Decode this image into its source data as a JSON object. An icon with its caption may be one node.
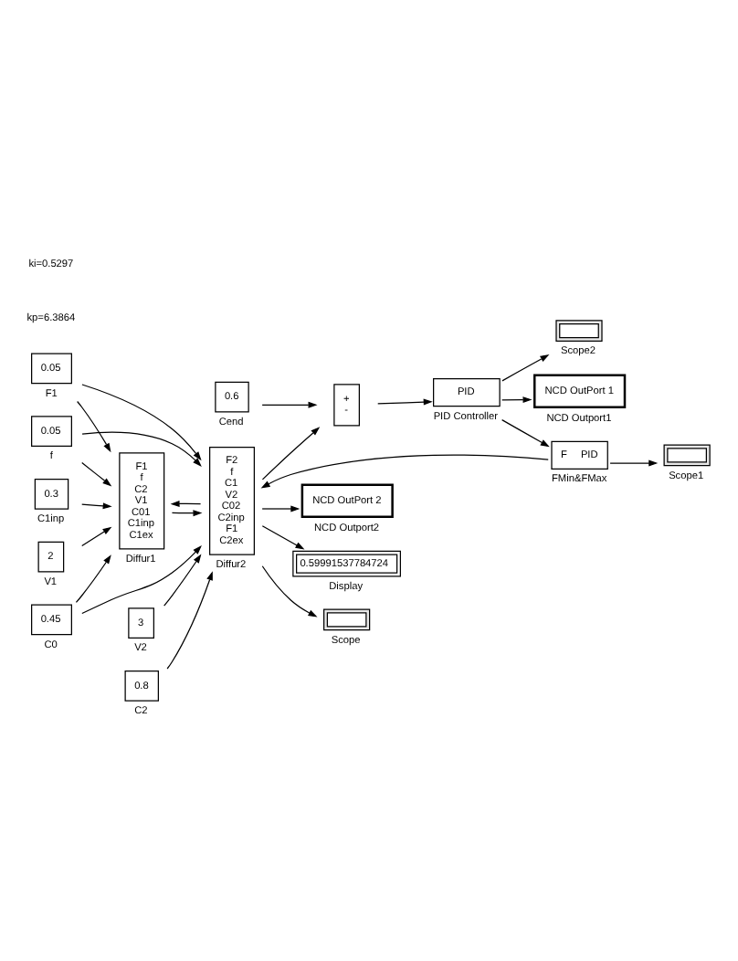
{
  "diagram": {
    "nodes": [
      {
        "text": [
          "0.05"
        ],
        "beside": [
          "F1"
        ]
      },
      {
        "text": [
          "0.05"
        ],
        "beside": [
          "f"
        ]
      },
      {
        "text": [
          "F1",
          "f",
          "C2",
          "V1",
          "C01",
          "C1inp",
          "C1ex"
        ],
        "beside": [
          "Diffur1"
        ]
      },
      {
        "text": [
          "2"
        ],
        "beside": [
          "V1"
        ]
      },
      {
        "text": [
          "0.3"
        ],
        "beside": [
          "C1inp"
        ]
      },
      {
        "text": [
          "0.45"
        ],
        "beside": [
          "C0"
        ]
      },
      {
        "text": [
          "F2",
          "f",
          "C1",
          "V2",
          "C02",
          "C2inp",
          "F1",
          "C2ex"
        ],
        "beside": [
          "Diffur2"
        ]
      },
      {
        "text": [
          "3"
        ],
        "beside": [
          "V2"
        ]
      },
      {
        "text": [
          "0.8"
        ],
        "beside": [
          "C2"
        ]
      },
      {
        "text": [],
        "shape": "box",
        "beside": [
          "Scope"
        ]
      },
      {
        "text": [
          "0.6"
        ],
        "beside": [
          "Cend"
        ]
      },
      {
        "text": [
          "+",
          "-"
        ]
      },
      {
        "text": [
          "PID"
        ],
        "beside": [
          "PID Controller"
        ]
      },
      {
        "text": [
          "F",
          "PID"
        ],
        "beside": [
          "FMin&FMax"
        ]
      },
      {
        "text": [],
        "shape": "box",
        "beside": [
          "Scope1"
        ]
      },
      {
        "text": [
          "NCD OutPort 1"
        ],
        "beside": [
          "NCD Outport1"
        ]
      },
      {
        "text": [
          "NCD OutPort 2"
        ],
        "beside": [
          "NCD Outport2"
        ]
      },
      {
        "text": [],
        "shape": "box",
        "beside": [
          "Scope2"
        ]
      },
      {
        "text": [
          "0.59991537784724"
        ],
        "beside": [
          "Display"
        ]
      }
    ],
    "edges": [
      {
        "from": 0,
        "to": 2,
        "arrow": "to"
      },
      {
        "from": 0,
        "to": 6,
        "arrow": "to"
      },
      {
        "from": 1,
        "to": 2,
        "arrow": "to"
      },
      {
        "from": 1,
        "to": 6,
        "arrow": "to"
      },
      {
        "from": 3,
        "to": 2,
        "arrow": "to"
      },
      {
        "from": 5,
        "to": 2,
        "arrow": "to"
      },
      {
        "from": 5,
        "to": 6,
        "arrow": "to"
      },
      {
        "from": 4,
        "to": 2,
        "arrow": "to"
      },
      {
        "from": 2,
        "to": 6,
        "arrow": "to"
      },
      {
        "from": 6,
        "to": 2,
        "arrow": "to"
      },
      {
        "from": 7,
        "to": 6,
        "arrow": "to"
      },
      {
        "from": 8,
        "to": 6,
        "arrow": "to"
      },
      {
        "from": 6,
        "to": 9,
        "arrow": "to"
      },
      {
        "from": 6,
        "to": 11,
        "arrow": "to"
      },
      {
        "from": 10,
        "to": 11,
        "arrow": "to"
      },
      {
        "from": 11,
        "to": 12,
        "arrow": "to"
      },
      {
        "from": 12,
        "to": 13,
        "arrow": "to"
      },
      {
        "from": 13,
        "to": 6,
        "arrow": "to"
      },
      {
        "from": 13,
        "to": 14,
        "arrow": "to"
      },
      {
        "from": 12,
        "to": 15,
        "arrow": "to"
      },
      {
        "from": 12,
        "to": 17,
        "arrow": "to"
      },
      {
        "from": 6,
        "to": 16,
        "arrow": "to"
      },
      {
        "from": 6,
        "to": 18,
        "arrow": "to"
      }
    ],
    "labels": [
      "kp=6.3864",
      "ki=0.5297"
    ]
  }
}
